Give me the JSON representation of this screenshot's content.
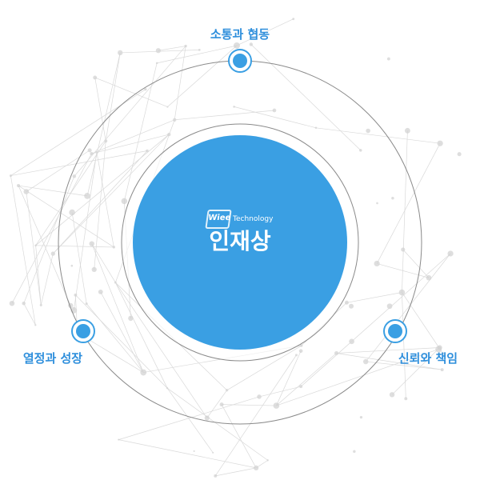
{
  "center": {
    "logo_mark": "Wiee",
    "logo_text": "Technology",
    "title": "인재상"
  },
  "values": [
    {
      "label": "소통과 협동"
    },
    {
      "label": "열정과 성장"
    },
    {
      "label": "신뢰와 책임"
    }
  ],
  "colors": {
    "accent": "#3a9fe3",
    "label": "#2f8fdc",
    "ring": "#8a8a8a",
    "network": "#d9d9d9"
  }
}
